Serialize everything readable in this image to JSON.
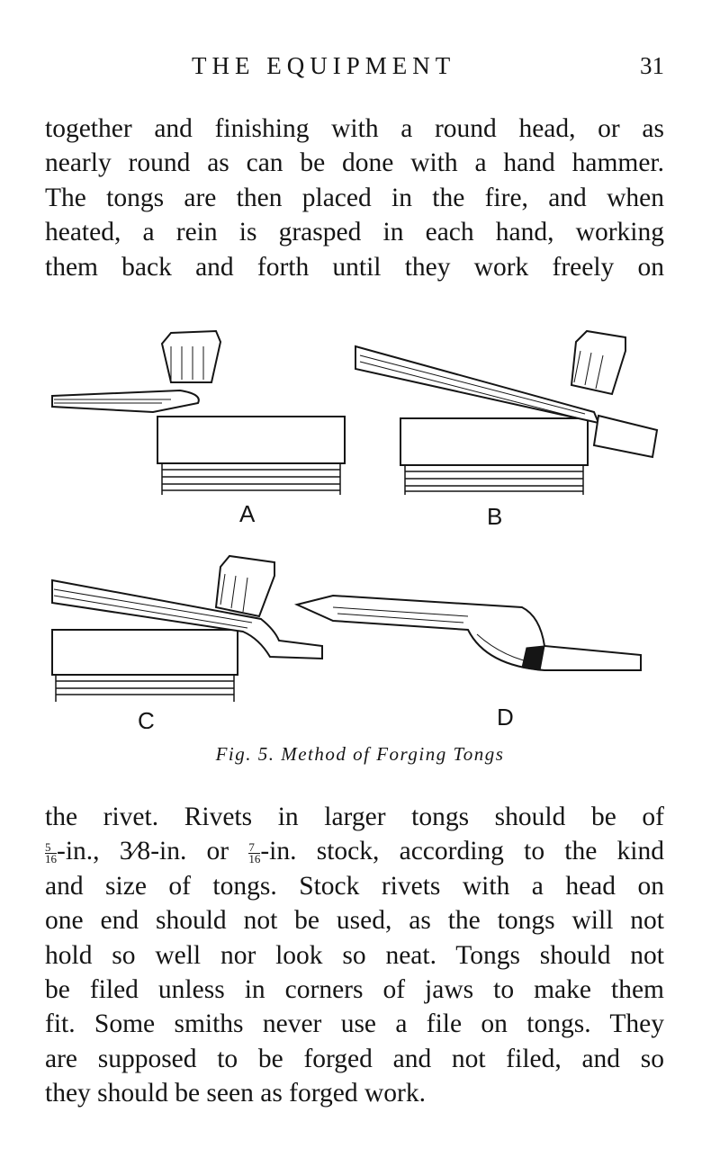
{
  "header": {
    "running_head": "THE EQUIPMENT",
    "page_number": "31"
  },
  "paragraph_top": [
    "together and finishing with a round head, or as",
    "nearly round as can be done with a hand hammer.",
    "The tongs are then placed in the fire, and when",
    "heated, a rein is grasped in each hand, working",
    "them back and forth until they work freely on"
  ],
  "figure": {
    "labels": [
      "A",
      "B",
      "C",
      "D"
    ],
    "caption": "Fig. 5. Method of Forging Tongs"
  },
  "paragraph_bottom": {
    "line1": "the rivet.  Rivets in larger tongs should be of",
    "line2": {
      "frac1_num": "5",
      "frac1_den": "16",
      "part1": "-in., ",
      "frac2": "3⁄8",
      "part2": "-in. or ",
      "frac3_num": "7",
      "frac3_den": "16",
      "part3": "-in.  stock, according to the kind"
    },
    "lines": [
      "and size of tongs.  Stock rivets with a head on",
      "one end should not be used, as the tongs will not",
      "hold so well nor look so neat.  Tongs should not",
      "be filed unless in corners of jaws to make them",
      "fit.  Some smiths never use a file on tongs.  They",
      "are supposed to be forged and not filed, and so",
      "they should be seen as forged work."
    ]
  }
}
